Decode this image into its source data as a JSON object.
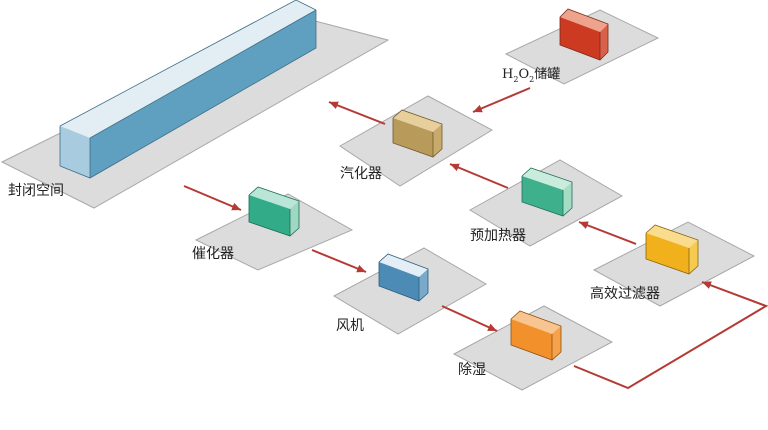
{
  "labels": {
    "enclosed_space": "封闭空间",
    "h2o2_tank": {
      "h": "H",
      "sub1": "2",
      "o": "O",
      "sub2": "2",
      "rest": "储罐"
    },
    "vaporizer": "汽化器",
    "preheat": "预加热器",
    "hepa": "高效过滤器",
    "catalyst": "催化器",
    "fan": "风机",
    "dehumid": "除湿"
  },
  "colors": {
    "plate": "#dcdcdc",
    "arrow": "#b53a34",
    "enclosed_space": "#5f9fbf",
    "h2o2_tank": "#cc3a22",
    "vaporizer": "#b89a5a",
    "preheat": "#3fb08c",
    "hepa": "#f0b11c",
    "catalyst": "#32ab88",
    "fan": "#4b8bb5",
    "dehumid": "#f2902c"
  }
}
